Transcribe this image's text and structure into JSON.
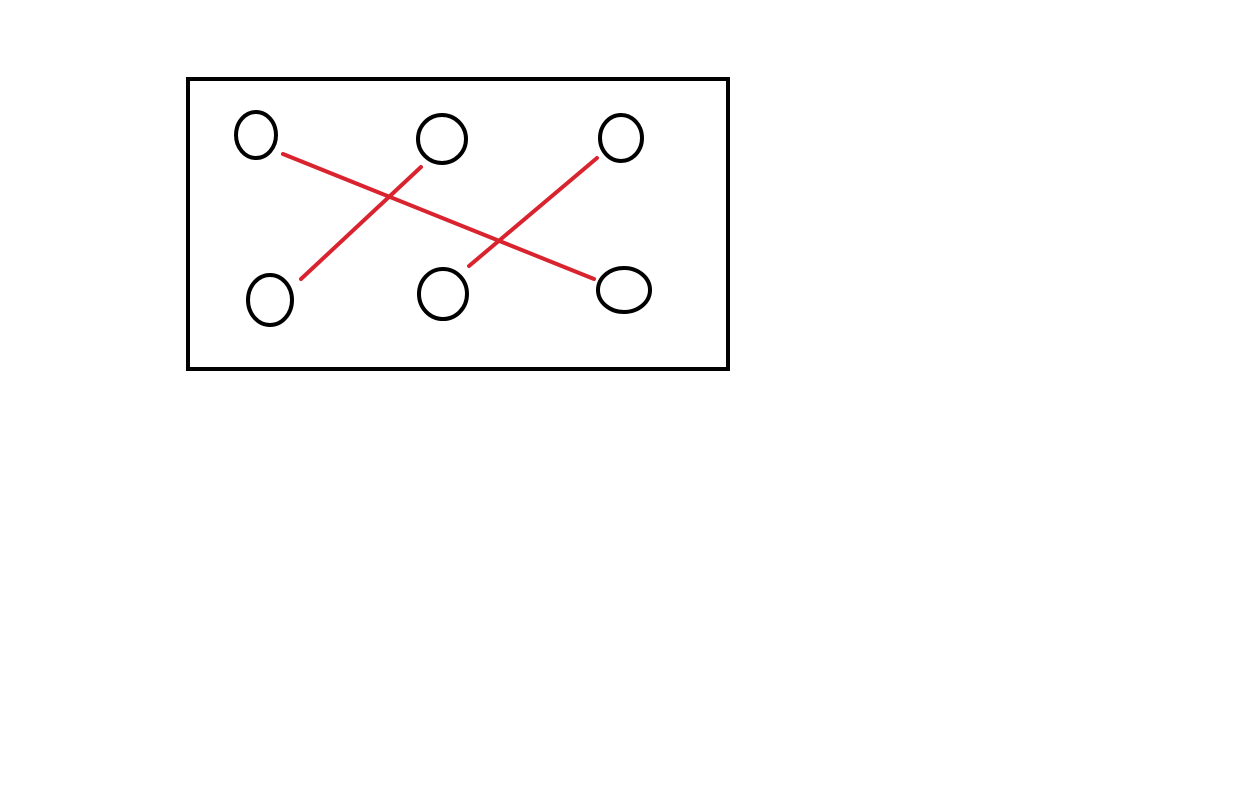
{
  "diagram": {
    "colors": {
      "background": "#ffffff",
      "outline": "#000000",
      "connector": "#d9232e"
    },
    "nodes": [
      {
        "id": "node-top-left",
        "row": "top",
        "col": "left"
      },
      {
        "id": "node-top-middle",
        "row": "top",
        "col": "middle"
      },
      {
        "id": "node-top-right",
        "row": "top",
        "col": "right"
      },
      {
        "id": "node-bottom-left",
        "row": "bottom",
        "col": "left"
      },
      {
        "id": "node-bottom-middle",
        "row": "bottom",
        "col": "middle"
      },
      {
        "id": "node-bottom-right",
        "row": "bottom",
        "col": "right"
      }
    ],
    "connections": [
      {
        "from": "node-top-left",
        "to": "node-bottom-right"
      },
      {
        "from": "node-top-middle",
        "to": "node-bottom-left"
      },
      {
        "from": "node-top-right",
        "to": "node-bottom-middle"
      }
    ]
  }
}
